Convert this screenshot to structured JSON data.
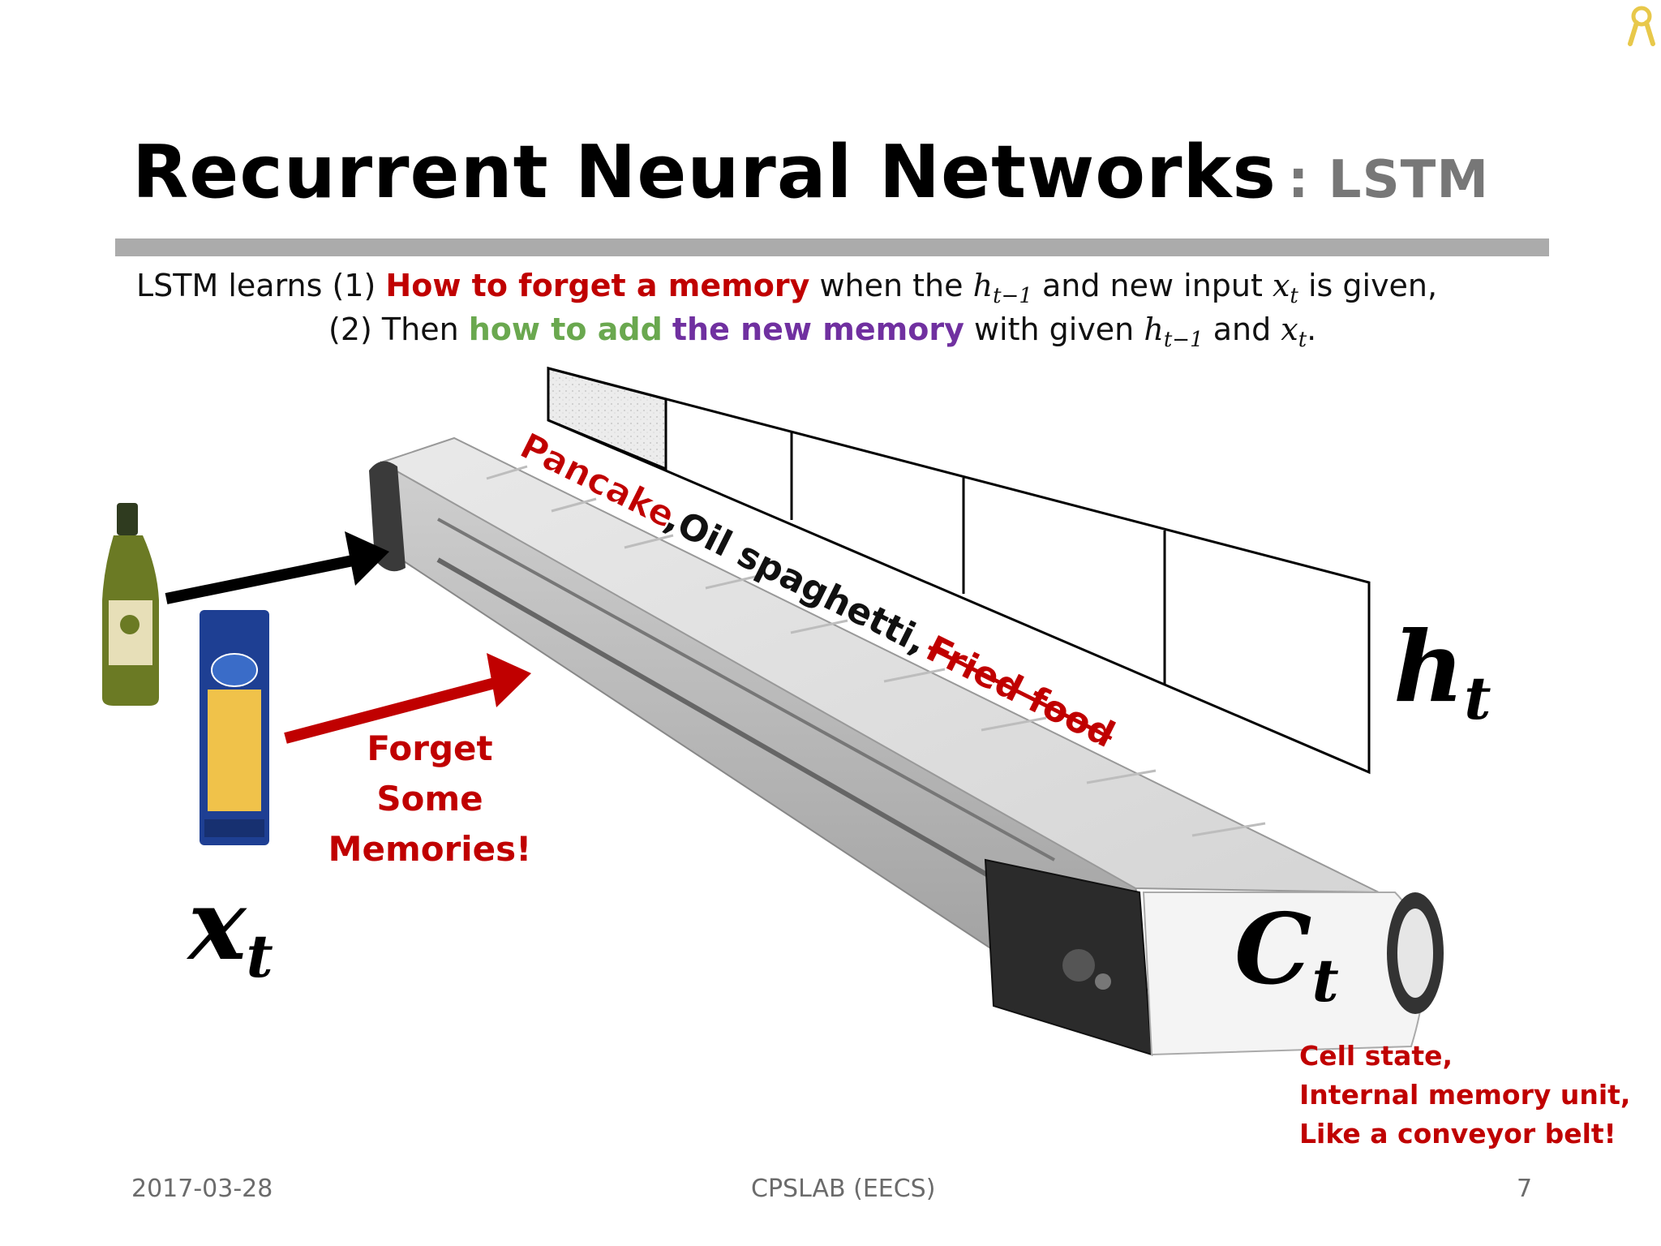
{
  "slide": {
    "title": "Recurrent Neural Networks",
    "title_suffix": ": LSTM",
    "line1": {
      "prefix": "LSTM learns (1) ",
      "forget": "How to forget a memory",
      "when": " when the ",
      "h_base": "h",
      "h_sub": "t−1",
      "mid": " and new input ",
      "x_base": "x",
      "x_sub": "t",
      "end": " is given,"
    },
    "line2": {
      "prefix": "(2) Then ",
      "add": "how to add",
      "space": " ",
      "new_memory": "the new memory",
      "mid": " with given ",
      "h_base": "h",
      "h_sub": "t−1",
      "and": " and ",
      "x_base": "x",
      "x_sub": "t",
      "end": "."
    },
    "belt_text": {
      "pancake": "Pancake",
      "oil": ",Oil spaghetti,",
      "fried": "Fried food"
    },
    "forget_label": [
      "Forget",
      "Some",
      "Memories!"
    ],
    "h_label": {
      "base": "h",
      "sub": "t"
    },
    "x_label": {
      "base": "x",
      "sub": "t"
    },
    "c_label": {
      "base": "C",
      "sub": "t"
    },
    "cell_state_note": [
      "Cell state,",
      "Internal memory unit,",
      "Like a conveyor belt!"
    ],
    "footer": {
      "date": "2017-03-28",
      "center": "CPSLAB (EECS)",
      "page": "7"
    }
  },
  "colors": {
    "red": "#c00000",
    "green": "#6aa84f",
    "purple": "#7030a0",
    "rule": "#ababab",
    "footer": "#6b6b6b"
  },
  "icons": [
    "olive-oil-bottle-icon",
    "spaghetti-package-icon",
    "conveyor-belt-icon",
    "ribbon-icon"
  ]
}
